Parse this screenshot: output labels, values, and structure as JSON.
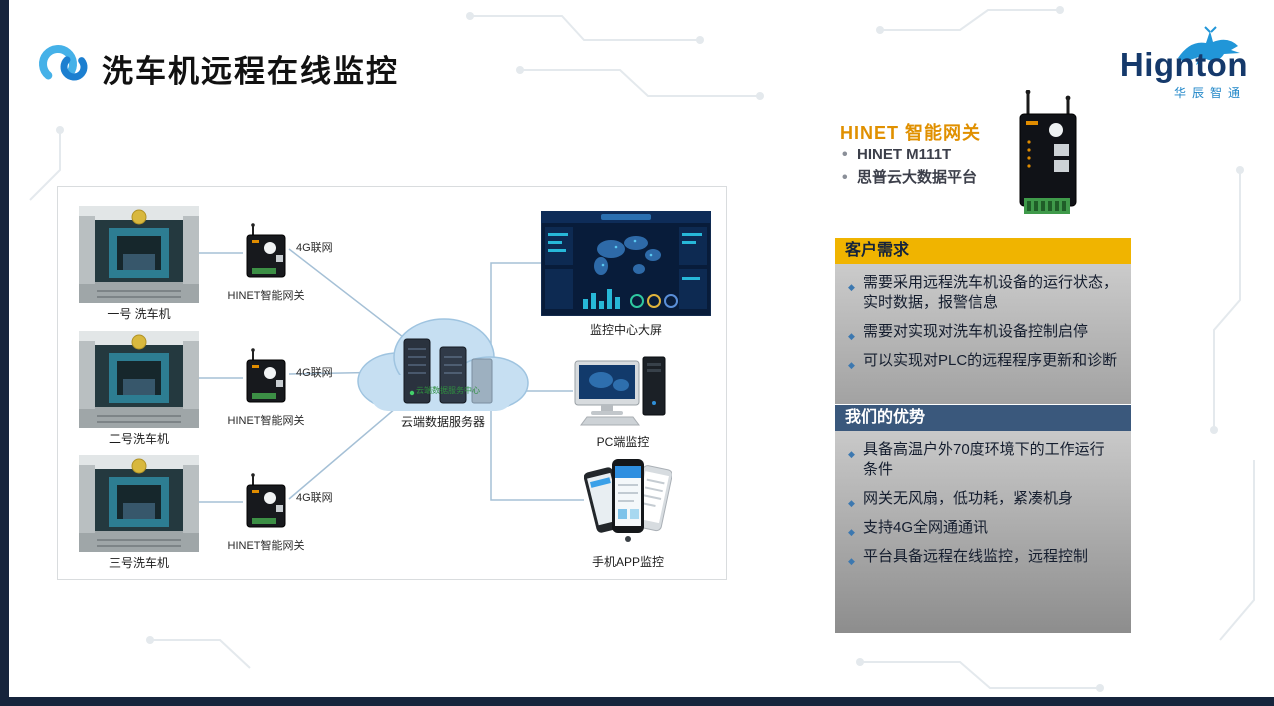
{
  "page": {
    "title": "洗车机远程在线监控",
    "brand": {
      "name": "Hignton",
      "subtitle": "华辰智通"
    }
  },
  "product": {
    "heading": "HINET 智能网关",
    "bullets": [
      "HINET  M111T",
      "思普云大数据平台"
    ]
  },
  "diagram": {
    "machines": [
      {
        "label": "一号 洗车机"
      },
      {
        "label": "二号洗车机"
      },
      {
        "label": "三号洗车机"
      }
    ],
    "gateway_label": "HINET智能网关",
    "link_label": "4G联网",
    "cloud": {
      "label": "云端数据服务器",
      "center_label": "云端数据服务中心"
    },
    "endpoints": [
      {
        "label": "监控中心大屏"
      },
      {
        "label": "PC端监控"
      },
      {
        "label": "手机APP监控"
      }
    ]
  },
  "panels": {
    "needs": {
      "title": "客户需求",
      "items": [
        "需要采用远程洗车机设备的运行状态，实时数据，报警信息",
        "需要对实现对洗车机设备控制启停",
        "可以实现对PLC的远程程序更新和诊断"
      ]
    },
    "advantages": {
      "title": "我们的优势",
      "items": [
        "具备高温户外70度环境下的工作运行条件",
        "网关无风扇，低功耗，紧凑机身",
        "支持4G全网通通讯",
        "平台具备远程在线监控，远程控制"
      ]
    }
  },
  "colors": {
    "accent_navy": "#16243c",
    "accent_gold": "#f0b400",
    "accent_steel": "#3a587c",
    "accent_orange": "#e09000",
    "brand_blue": "#1f86c8"
  }
}
